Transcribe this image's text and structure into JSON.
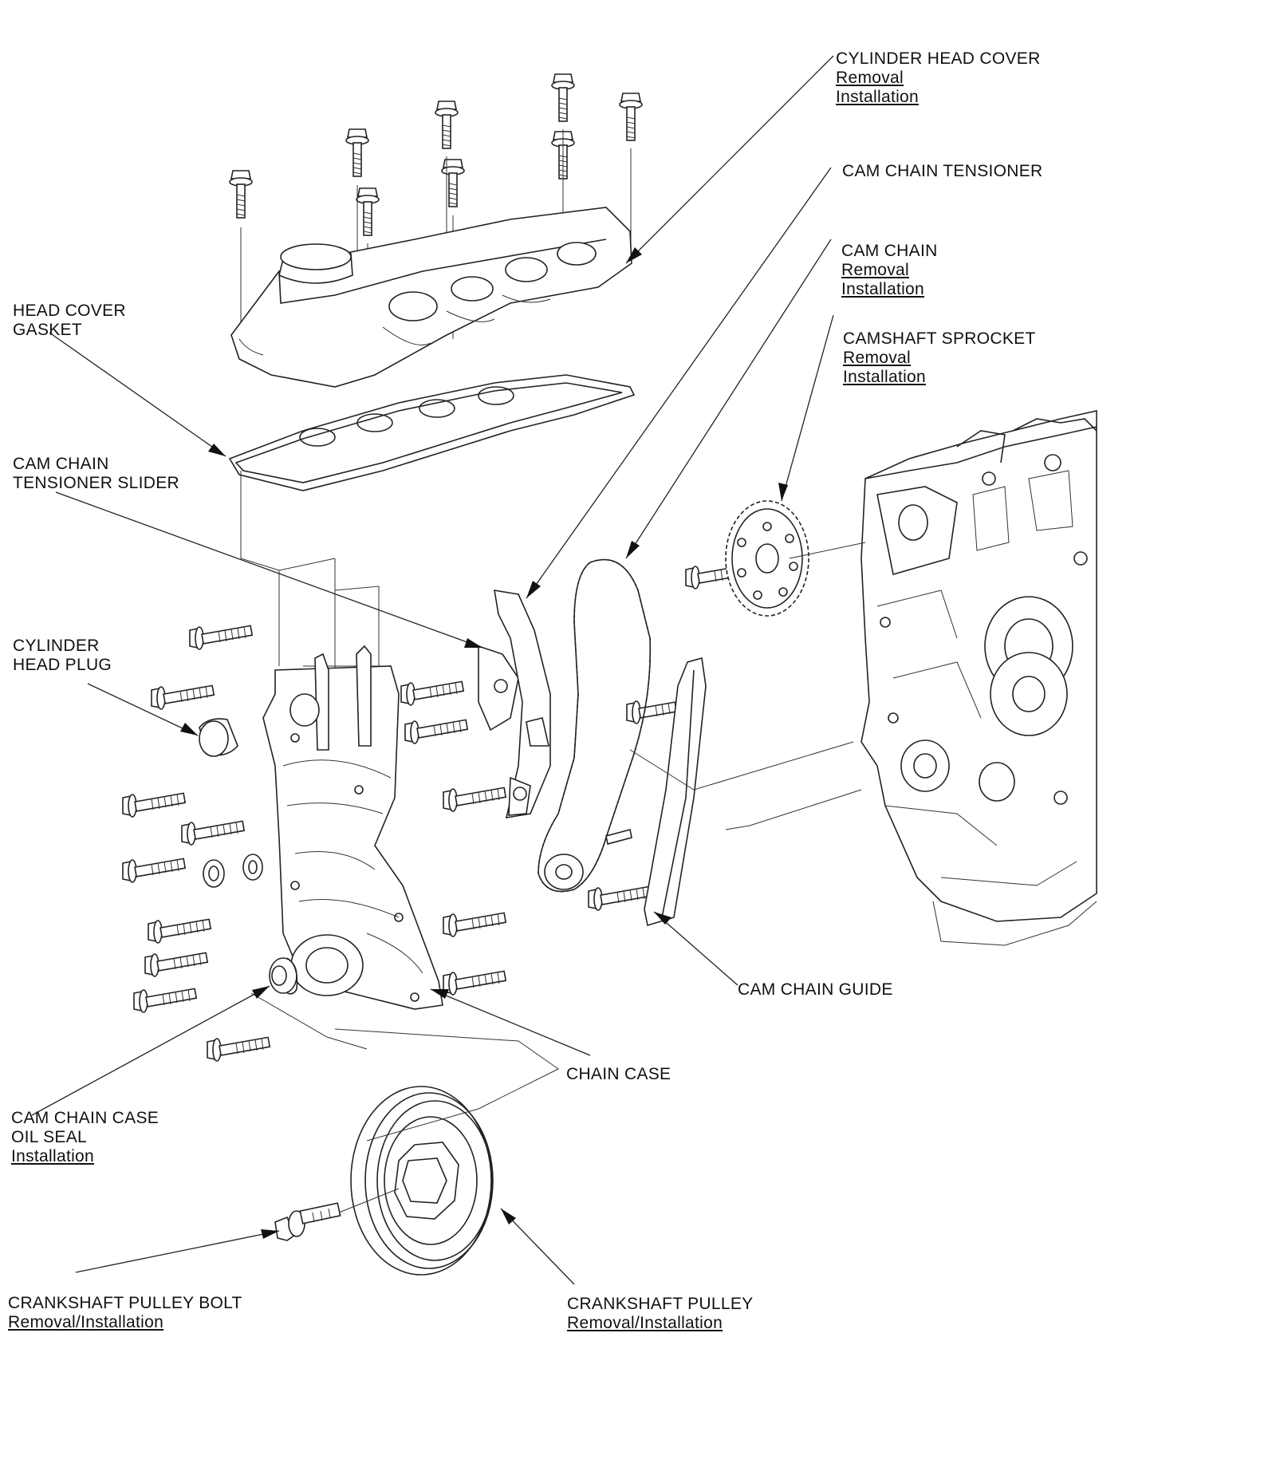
{
  "labels": {
    "cylinder_head_cover": {
      "title": "CYLINDER HEAD COVER",
      "link1": "Removal",
      "link2": "Installation"
    },
    "cam_chain_tensioner": {
      "title": "CAM CHAIN TENSIONER"
    },
    "cam_chain": {
      "title": "CAM CHAIN",
      "link1": "Removal",
      "link2": "Installation"
    },
    "camshaft_sprocket": {
      "title": "CAMSHAFT SPROCKET",
      "link1": "Removal",
      "link2": "Installation"
    },
    "head_cover_gasket": {
      "line1": "HEAD COVER",
      "line2": "GASKET"
    },
    "cam_chain_tensioner_slider": {
      "line1": "CAM CHAIN",
      "line2": "TENSIONER SLIDER"
    },
    "cylinder_head_plug": {
      "line1": "CYLINDER",
      "line2": "HEAD PLUG"
    },
    "cam_chain_guide": {
      "title": "CAM CHAIN GUIDE"
    },
    "chain_case": {
      "title": "CHAIN CASE"
    },
    "cam_chain_case_oil_seal": {
      "line1": "CAM CHAIN CASE",
      "line2": "OIL SEAL",
      "link1": "Installation"
    },
    "crankshaft_pulley_bolt": {
      "title": "CRANKSHAFT PULLEY BOLT",
      "link1": "Removal/Installation"
    },
    "crankshaft_pulley": {
      "title": "CRANKSHAFT PULLEY",
      "link1": "Removal/Installation"
    }
  }
}
